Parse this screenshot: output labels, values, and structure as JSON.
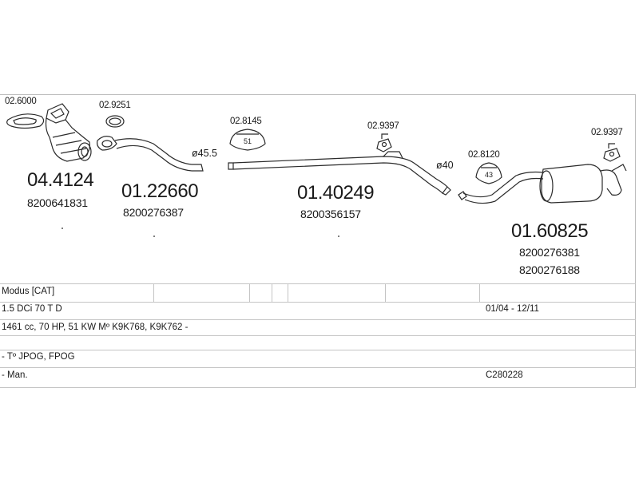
{
  "parts": {
    "catalyst": {
      "number": "04.4124",
      "oem": [
        "8200641831"
      ]
    },
    "front_pipe": {
      "number": "01.22660",
      "oem": [
        "8200276387"
      ]
    },
    "middle_pipe": {
      "number": "01.40249",
      "oem": [
        "8200356157"
      ]
    },
    "rear_silencer": {
      "number": "01.60825",
      "oem": [
        "8200276381",
        "8200276188"
      ]
    }
  },
  "accessories": {
    "gasket_cat": "02.6000",
    "gasket_front": "02.9251",
    "clamp_51": "02.8145",
    "clamp_51_size": "51",
    "hanger_middle": "02.9397",
    "clamp_43": "02.8120",
    "clamp_43_size": "43",
    "hanger_rear": "02.9397"
  },
  "diameters": {
    "front": "ø45.5",
    "middle": "ø40"
  },
  "vehicle": {
    "model": "Modus  [CAT]",
    "engine": "1.5 DCi  70 T D",
    "years": "01/04 - 12/11",
    "specs": "1461 cc, 70 HP, 51 KW  Mº K9K768, K9K762 -",
    "type": "- Tº JPOG, FPOG",
    "gearbox": "- Man.",
    "code": "C280228"
  }
}
